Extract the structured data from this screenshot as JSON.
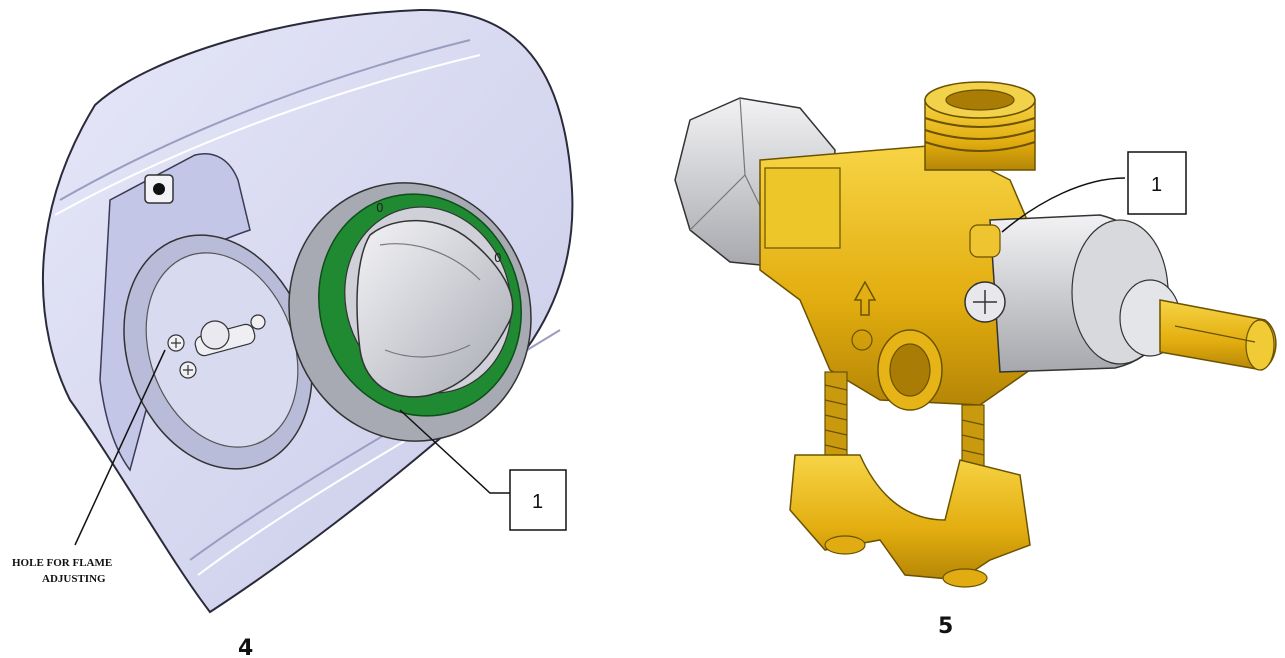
{
  "figures": [
    {
      "number": "4",
      "callout": "1",
      "note_line1": "HOLE FOR FLAME",
      "note_line2": "ADJUSTING",
      "ring_mark_top": "0",
      "ring_mark_right": "0"
    },
    {
      "number": "5",
      "callout": "1"
    }
  ],
  "colors": {
    "panel": "#d9dbf2",
    "panel_edge": "#2a2a3a",
    "ring_green": "#1f8a32",
    "knob": "#dcdde4",
    "brass": "#e7b917",
    "brass_dark": "#b48a06",
    "steel": "#cfd0d4"
  }
}
